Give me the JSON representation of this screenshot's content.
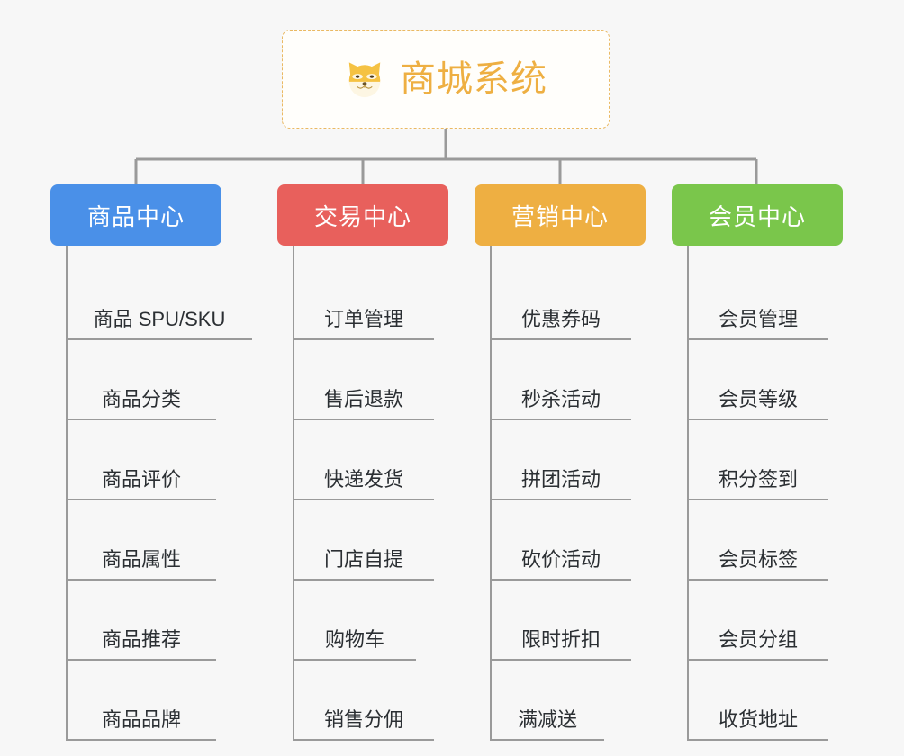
{
  "canvas": {
    "background": "#f7f7f7",
    "connector_color": "#9a9a9a"
  },
  "root": {
    "title": "商城系统",
    "icon": "shiba-dog-face-icon",
    "text_color": "#eeaf42",
    "border_color": "#eab963",
    "background": "#fffefb"
  },
  "branches": [
    {
      "label": "商品中心",
      "color": "#4a90e8",
      "items": [
        "商品 SPU/SKU",
        "商品分类",
        "商品评价",
        "商品属性",
        "商品推荐",
        "商品品牌"
      ]
    },
    {
      "label": "交易中心",
      "color": "#e8605c",
      "items": [
        "订单管理",
        "售后退款",
        "快递发货",
        "门店自提",
        "购物车",
        "销售分佣"
      ]
    },
    {
      "label": "营销中心",
      "color": "#eeaf42",
      "items": [
        "优惠券码",
        "秒杀活动",
        "拼团活动",
        "砍价活动",
        "限时折扣",
        "满减送"
      ]
    },
    {
      "label": "会员中心",
      "color": "#77c košt"
    }
  ],
  "branches_fixed": [
    {
      "label": "商品中心",
      "color": "#4a90e8",
      "items": [
        "商品 SPU/SKU",
        "商品分类",
        "商品评价",
        "商品属性",
        "商品推荐",
        "商品品牌"
      ]
    },
    {
      "label": "交易中心",
      "color": "#e8605c",
      "items": [
        "订单管理",
        "售后退款",
        "快递发货",
        "门店自提",
        "购物车",
        "销售分佣"
      ]
    },
    {
      "label": "营销中心",
      "color": "#eeaf42",
      "items": [
        "优惠券码",
        "秒杀活动",
        "拼团活动",
        "砍价活动",
        "限时折扣",
        "满减送"
      ]
    },
    {
      "label": "会员中心",
      "color": "#7ac64b",
      "items": [
        "会员管理",
        "会员等级",
        "积分签到",
        "会员标签",
        "会员分组",
        "收货地址"
      ]
    }
  ]
}
